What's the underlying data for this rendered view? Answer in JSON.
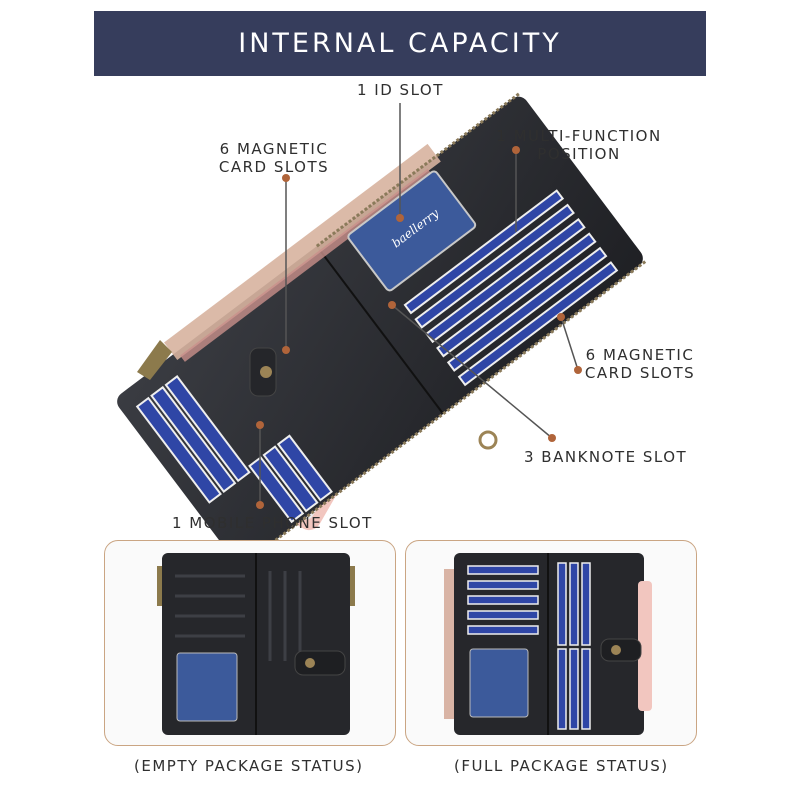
{
  "banner": {
    "title": "INTERNAL CAPACITY"
  },
  "labels": {
    "id_slot": "1 ID SLOT",
    "magnetic_left_1": "6 MAGNETIC",
    "magnetic_left_2": "CARD SLOTS",
    "multi_function_1": "1 MULTI-FUNCTION",
    "multi_function_2": "POSITION",
    "magnetic_right_1": "6 MAGNETIC",
    "magnetic_right_2": "CARD SLOTS",
    "banknote": "3 BANKNOTE SLOT",
    "phone": "1 MOBILE PHONE SLOT"
  },
  "captions": {
    "empty": "(EMPTY PACKAGE STATUS)",
    "full": "(FULL PACKAGE STATUS)"
  },
  "brand": {
    "logo_text": "baellerry"
  },
  "colors": {
    "banner": "#363d5c",
    "leather": "#2a2c30",
    "card_blue": "#2f46a6",
    "callout_dot": "#b0643a",
    "panel_border": "#caa583"
  }
}
